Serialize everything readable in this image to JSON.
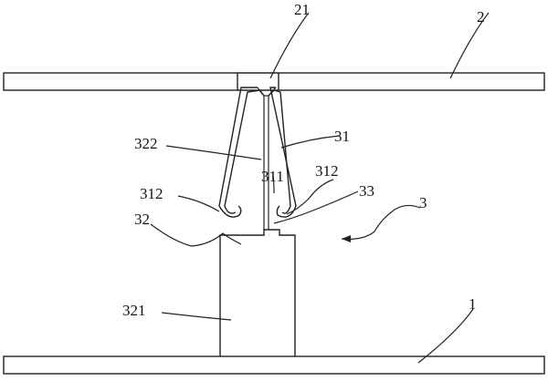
{
  "diagram": {
    "labels": {
      "l21": "21",
      "l2": "2",
      "l31": "31",
      "l322": "322",
      "l311": "311",
      "l312a": "312",
      "l312b": "312",
      "l33": "33",
      "l3": "3",
      "l32": "32",
      "l321": "321",
      "l1": "1"
    }
  }
}
